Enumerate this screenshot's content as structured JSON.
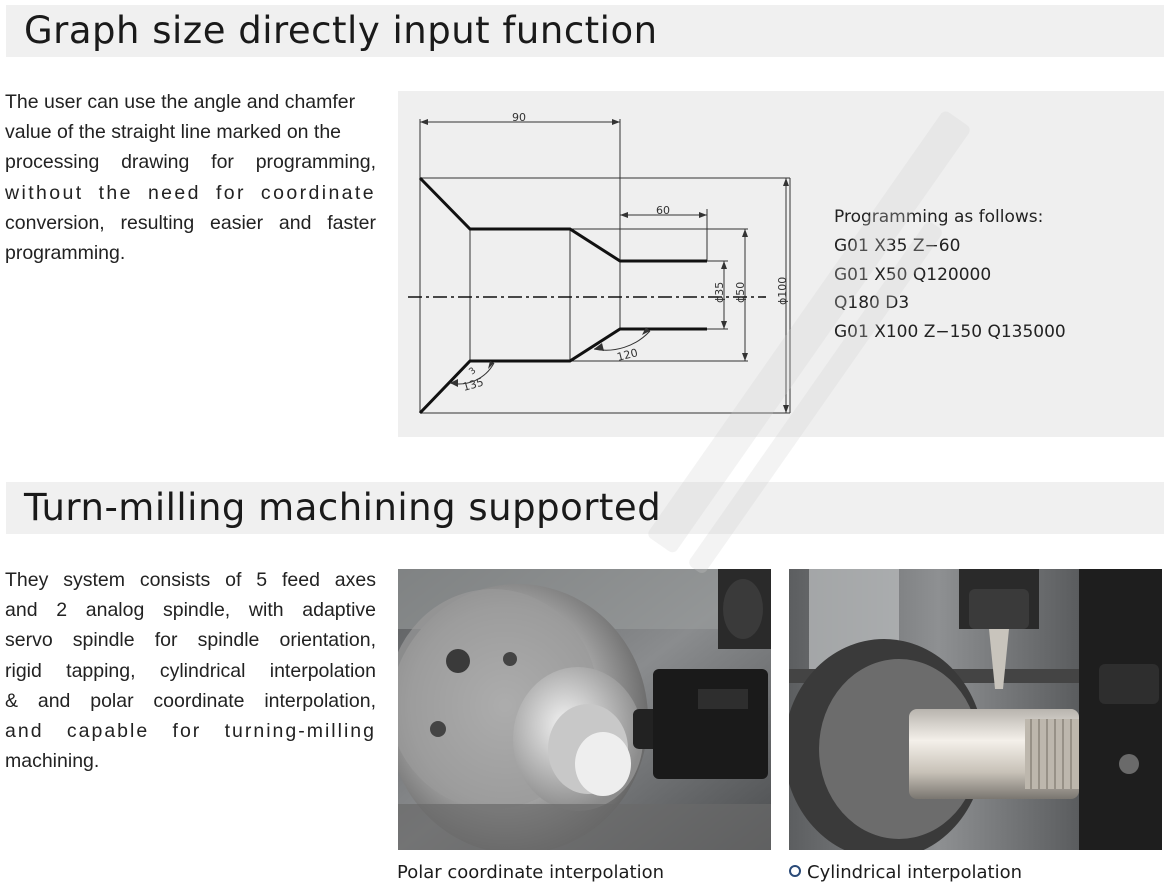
{
  "section1": {
    "title": "Graph size directly input function",
    "description_lines": [
      "The user can use the angle and chamfer",
      "value of the straight line marked on the",
      "processing drawing for programming,",
      "without the need for coordinate",
      "conversion, resulting easier and faster",
      "programming."
    ],
    "drawing": {
      "dim_length_total": "90",
      "dim_length_inner": "60",
      "dim_dia_35": "ϕ35",
      "dim_dia_50": "ϕ50",
      "dim_dia_100": "ϕ100",
      "angle_120": "120",
      "angle_135": "135",
      "chamfer_3": "3"
    },
    "programming": {
      "heading": "Programming as follows:",
      "lines": [
        "G01 X35 Z−60",
        "G01 X50 Q120000",
        "Q180 D3",
        "G01 X100 Z−150 Q135000"
      ]
    }
  },
  "section2": {
    "title": "Turn-milling machining supported",
    "description_lines": [
      "They system consists of 5 feed axes",
      "and 2 analog spindle, with adaptive",
      "servo spindle for spindle orientation,",
      "rigid tapping, cylindrical interpolation",
      "& and polar coordinate interpolation,",
      "and capable for turning-milling",
      "machining."
    ],
    "photos": [
      {
        "caption": "Polar coordinate interpolation"
      },
      {
        "caption": "Cylindrical interpolation"
      }
    ]
  }
}
